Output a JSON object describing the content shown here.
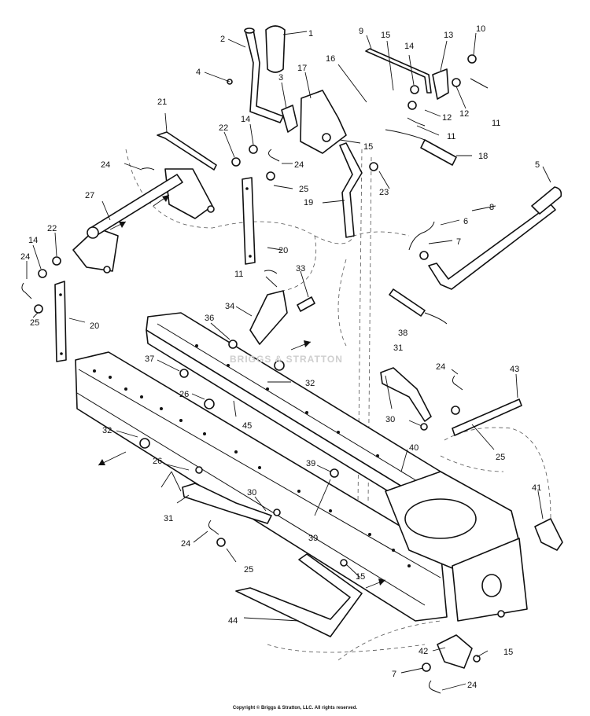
{
  "watermark": "BRIGGS & STRATTON",
  "copyright": "Copyright © Briggs & Stratton, LLC. All rights reserved.",
  "callouts": [
    {
      "id": "c-1",
      "text": "1"
    },
    {
      "id": "c-2",
      "text": "2"
    },
    {
      "id": "c-3",
      "text": "3"
    },
    {
      "id": "c-4",
      "text": "4"
    },
    {
      "id": "c-5",
      "text": "5"
    },
    {
      "id": "c-6",
      "text": "6"
    },
    {
      "id": "c-7a",
      "text": "7"
    },
    {
      "id": "c-7b",
      "text": "7"
    },
    {
      "id": "c-8",
      "text": "8"
    },
    {
      "id": "c-9",
      "text": "9"
    },
    {
      "id": "c-10",
      "text": "10"
    },
    {
      "id": "c-11a",
      "text": "11"
    },
    {
      "id": "c-11b",
      "text": "11"
    },
    {
      "id": "c-11c",
      "text": "11"
    },
    {
      "id": "c-12a",
      "text": "12"
    },
    {
      "id": "c-12b",
      "text": "12"
    },
    {
      "id": "c-13",
      "text": "13"
    },
    {
      "id": "c-14a",
      "text": "14"
    },
    {
      "id": "c-14b",
      "text": "14"
    },
    {
      "id": "c-14c",
      "text": "14"
    },
    {
      "id": "c-15a",
      "text": "15"
    },
    {
      "id": "c-15b",
      "text": "15"
    },
    {
      "id": "c-15c",
      "text": "15"
    },
    {
      "id": "c-15d",
      "text": "15"
    },
    {
      "id": "c-16",
      "text": "16"
    },
    {
      "id": "c-17",
      "text": "17"
    },
    {
      "id": "c-18",
      "text": "18"
    },
    {
      "id": "c-19",
      "text": "19"
    },
    {
      "id": "c-20a",
      "text": "20"
    },
    {
      "id": "c-20b",
      "text": "20"
    },
    {
      "id": "c-21",
      "text": "21"
    },
    {
      "id": "c-22a",
      "text": "22"
    },
    {
      "id": "c-22b",
      "text": "22"
    },
    {
      "id": "c-23",
      "text": "23"
    },
    {
      "id": "c-24a",
      "text": "24"
    },
    {
      "id": "c-24b",
      "text": "24"
    },
    {
      "id": "c-24c",
      "text": "24"
    },
    {
      "id": "c-24d",
      "text": "24"
    },
    {
      "id": "c-24e",
      "text": "24"
    },
    {
      "id": "c-24f",
      "text": "24"
    },
    {
      "id": "c-25a",
      "text": "25"
    },
    {
      "id": "c-25b",
      "text": "25"
    },
    {
      "id": "c-25c",
      "text": "25"
    },
    {
      "id": "c-25d",
      "text": "25"
    },
    {
      "id": "c-26a",
      "text": "26"
    },
    {
      "id": "c-26b",
      "text": "26"
    },
    {
      "id": "c-27",
      "text": "27"
    },
    {
      "id": "c-30a",
      "text": "30"
    },
    {
      "id": "c-30b",
      "text": "30"
    },
    {
      "id": "c-31a",
      "text": "31"
    },
    {
      "id": "c-31b",
      "text": "31"
    },
    {
      "id": "c-32a",
      "text": "32"
    },
    {
      "id": "c-32b",
      "text": "32"
    },
    {
      "id": "c-33",
      "text": "33"
    },
    {
      "id": "c-34",
      "text": "34"
    },
    {
      "id": "c-36",
      "text": "36"
    },
    {
      "id": "c-37",
      "text": "37"
    },
    {
      "id": "c-38",
      "text": "38"
    },
    {
      "id": "c-39a",
      "text": "39"
    },
    {
      "id": "c-39b",
      "text": "39"
    },
    {
      "id": "c-40",
      "text": "40"
    },
    {
      "id": "c-41",
      "text": "41"
    },
    {
      "id": "c-42",
      "text": "42"
    },
    {
      "id": "c-43",
      "text": "43"
    },
    {
      "id": "c-44",
      "text": "44"
    },
    {
      "id": "c-45",
      "text": "45"
    }
  ]
}
